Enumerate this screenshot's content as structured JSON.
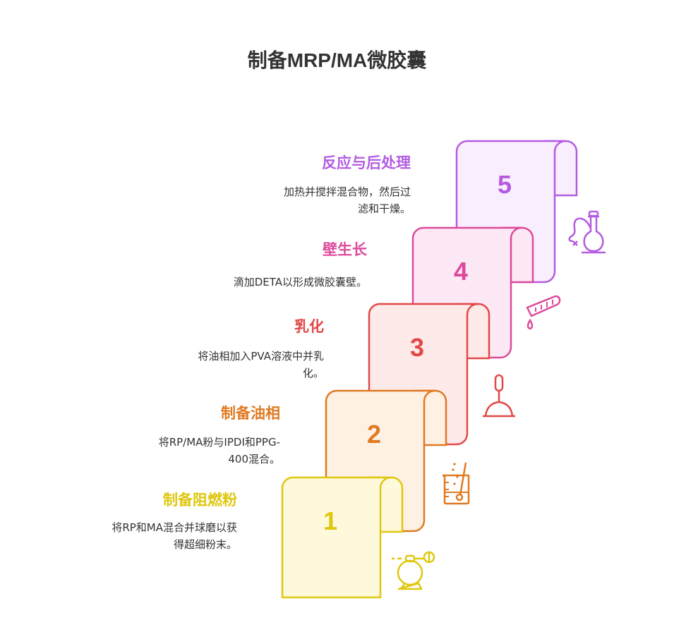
{
  "title": "制备MRP/MA微胶囊",
  "steps": [
    {
      "number": "1",
      "title": "制备阻燃粉",
      "desc": [
        "将RP和MA混合并球磨以获",
        "得超细粉末。"
      ],
      "icon": "mixer-icon",
      "color": "#dfc70f",
      "fill": "#fff9dc"
    },
    {
      "number": "2",
      "title": "制备油相",
      "desc": [
        "将RP/MA粉与IPDI和PPG-",
        "400混合。"
      ],
      "icon": "beaker-stir-icon",
      "color": "#e07a22",
      "fill": "#fff0e4"
    },
    {
      "number": "3",
      "title": "乳化",
      "desc": [
        "将油相加入PVA溶液中并乳",
        "化。"
      ],
      "icon": "plunger-icon",
      "color": "#e24848",
      "fill": "#ffeaea"
    },
    {
      "number": "4",
      "title": "壁生长",
      "desc": [
        "滴加DETA以形成微胶囊壁。"
      ],
      "icon": "test-tube-drop-icon",
      "color": "#dd4a9b",
      "fill": "#fde8f5"
    },
    {
      "number": "5",
      "title": "反应与后处理",
      "desc": [
        "加热并搅拌混合物，然后过",
        "滤和干燥。"
      ],
      "icon": "flask-icon",
      "color": "#b45ce0",
      "fill": "#f9eefd"
    }
  ]
}
